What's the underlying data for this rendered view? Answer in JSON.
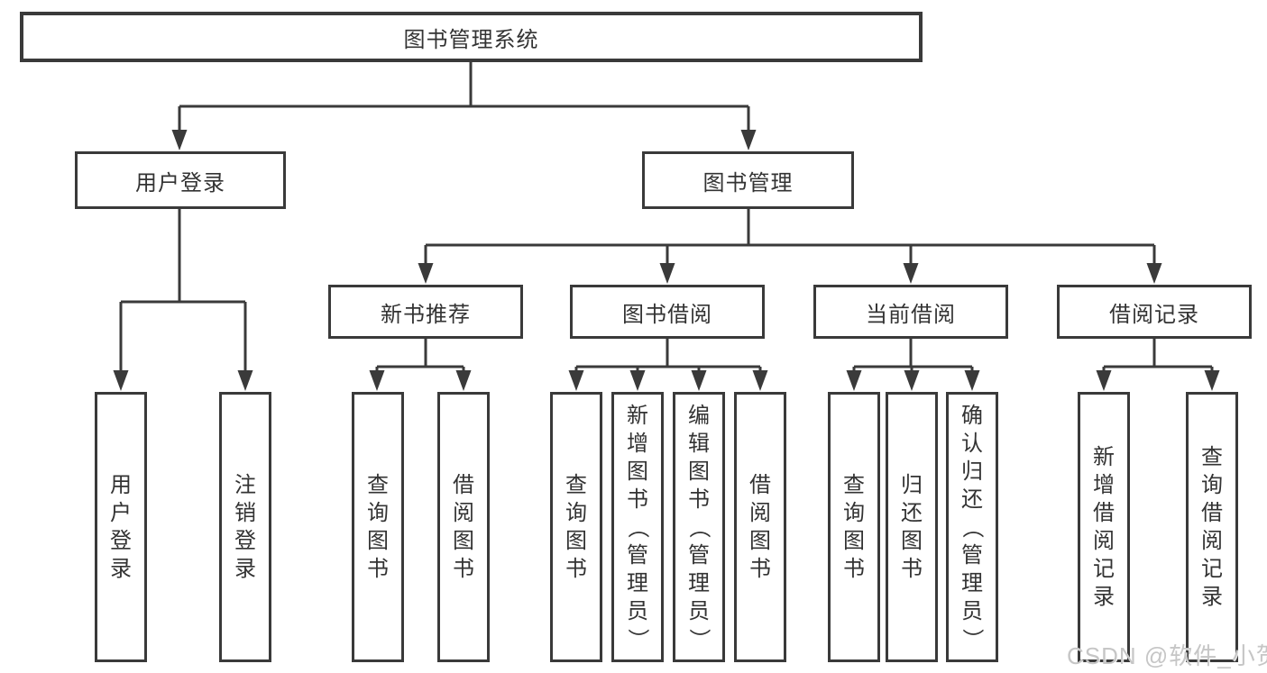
{
  "tree": {
    "root": {
      "label": "图书管理系统"
    },
    "branches": [
      {
        "label": "用户登录",
        "children": [
          {
            "label": "用户登录"
          },
          {
            "label": "注销登录"
          }
        ]
      },
      {
        "label": "图书管理",
        "groups": [
          {
            "label": "新书推荐",
            "children": [
              {
                "label": "查询图书"
              },
              {
                "label": "借阅图书"
              }
            ]
          },
          {
            "label": "图书借阅",
            "children": [
              {
                "label": "查询图书"
              },
              {
                "label": "新增图书（管理员）"
              },
              {
                "label": "编辑图书（管理员）"
              },
              {
                "label": "借阅图书"
              }
            ]
          },
          {
            "label": "当前借阅",
            "children": [
              {
                "label": "查询图书"
              },
              {
                "label": "归还图书"
              },
              {
                "label": "确认归还（管理员）"
              }
            ]
          },
          {
            "label": "借阅记录",
            "children": [
              {
                "label": "新增借阅记录"
              },
              {
                "label": "查询借阅记录"
              }
            ]
          }
        ]
      }
    ]
  },
  "watermark": "CSDN @软件_小贺同学",
  "colors": {
    "line": "#3a3a3a",
    "text": "#333333",
    "node_background": "#ffffff",
    "watermark": "#c6c6c6"
  }
}
